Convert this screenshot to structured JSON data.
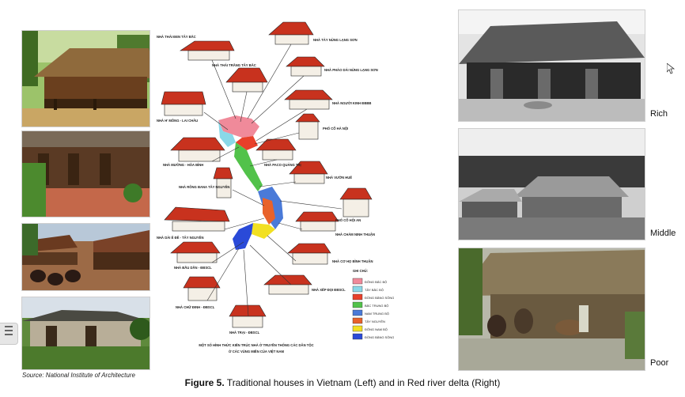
{
  "source_note": "Source: National Institute  of Architecture",
  "caption": {
    "figure_label": "Figure 5.",
    "text": " Traditional houses in Vietnam (Left)  and in Red river delta (Right)"
  },
  "tiers": [
    "Rich",
    "Middle",
    "Poor"
  ],
  "map": {
    "labels": [
      "NHÀ THÁI ĐEN TÂY BẮC",
      "NHÀ TÀY NÙNG LẠNG SƠN",
      "NHÀ THÁI TRẮNG TÂY BẮC",
      "NHÀ PHÁO DÁI NÙNG LẠNG SƠN",
      "NHÀ H' MÔNG - LAI CHÂU",
      "NHÀ NGƯỜI KINH ĐBBB",
      "PHỐ CỔ HÀ NỘI",
      "NHÀ MƯỜNG - HÒA BÌNH",
      "NHÀ PACO QUẢNG TRỊ",
      "NHÀ VƯỜN HUẾ",
      "NHÀ RÔNG BANA TÂY NGUYÊN",
      "PHỐ CỔ HỘI AN",
      "NHÀ DÀI Ê ĐÊ - TÂY NGUYÊN",
      "NHÀ CHĂM NINH THUẬN",
      "NHÀ BẦU DẦN - ĐBSCL",
      "NHÀ CƠ HỌ BÌNH THUẬN",
      "NHÀ CHỮ ĐINH - ĐBSCL",
      "NHÀ XẾP ĐỌI ĐBSCL",
      "NHÀ TRẠI - ĐBSCL"
    ],
    "footer": [
      "MỘT SỐ HÌNH THỨC KIẾN TRÚC NHÀ Ở TRUYỀN THỐNG CÁC DÂN TỘC",
      "Ở CÁC VÙNG MIỀN CỦA VIỆT NAM"
    ],
    "legend_title": "GHI CHÚ:",
    "legend": [
      {
        "label": "ĐÔNG BẮC BỘ",
        "color": "#f08a9a"
      },
      {
        "label": "TÂY BẮC BỘ",
        "color": "#8ad8e8"
      },
      {
        "label": "ĐỒNG BẰNG SÔNG HỒNG",
        "color": "#e8402a"
      },
      {
        "label": "BẮC TRUNG BỘ",
        "color": "#52c24a"
      },
      {
        "label": "NAM TRUNG BỘ",
        "color": "#4a7ad8"
      },
      {
        "label": "TÂY NGUYÊN",
        "color": "#e8622a"
      },
      {
        "label": "ĐÔNG NAM BỘ",
        "color": "#f2e022"
      },
      {
        "label": "ĐỒNG BẰNG SÔNG CỬU LONG",
        "color": "#2a4ad8"
      }
    ]
  }
}
